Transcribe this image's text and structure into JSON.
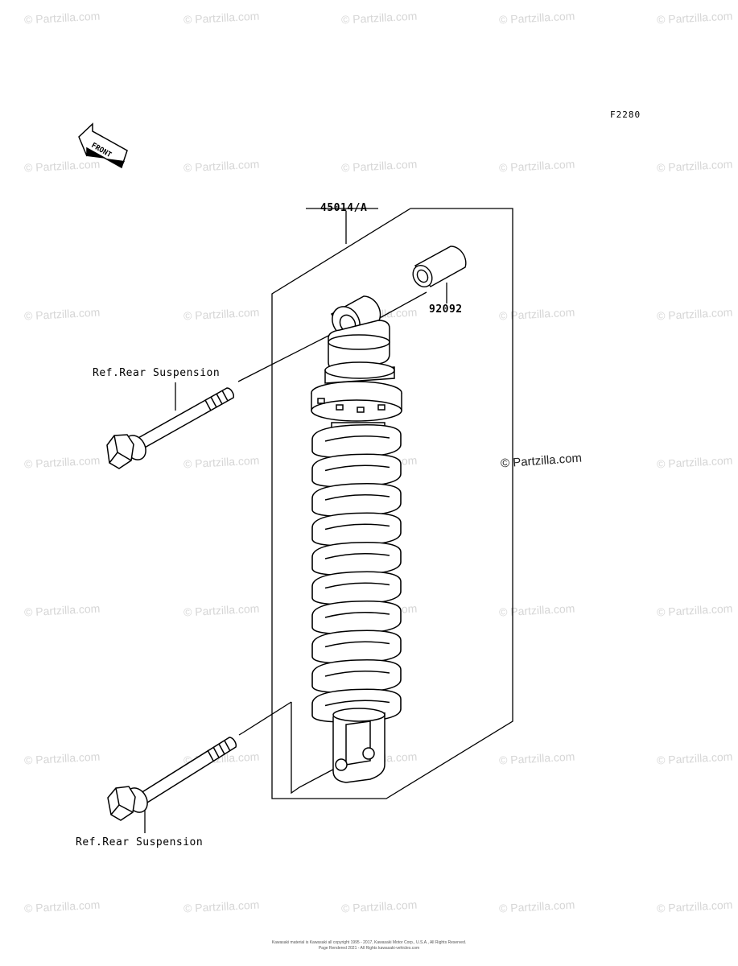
{
  "figure_code": "F2280",
  "front_arrow": {
    "label": "FRONT"
  },
  "parts": {
    "shock_absorber": {
      "number": "45014/A"
    },
    "bushing": {
      "number": "92092"
    }
  },
  "references": {
    "upper_bolt": "Ref.Rear Suspension",
    "lower_bolt": "Ref.Rear Suspension"
  },
  "watermark": {
    "text": "© Partzilla.com",
    "main_text": "© Partzilla.com"
  },
  "copyright": {
    "line1": "Kawasaki material is Kawasaki all copyright 1995 - 2017, Kawasaki Motor Corp., U.S.A., All Rights Reserved.",
    "line2": "Page Rendered 2021 - All Rights kawasaki-vehicles.com"
  }
}
